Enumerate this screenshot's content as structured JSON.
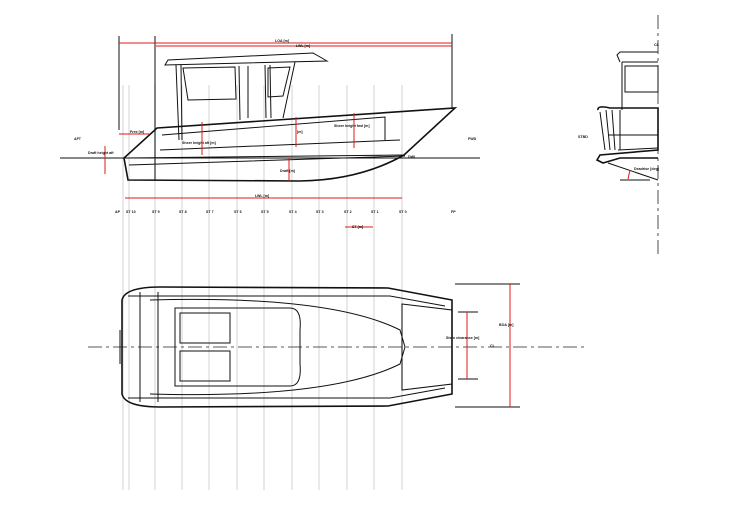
{
  "drawing": {
    "title": "Boat general arrangement - profile, plan and section",
    "colors": {
      "dimension": "#e01818",
      "outline": "#111111",
      "station": "#e2e2e2"
    },
    "stations": [
      "AP",
      "ST 10",
      "ST 9",
      "ST 8",
      "ST 7",
      "ST 6",
      "ST 5",
      "ST 4",
      "ST 3",
      "ST 2",
      "ST 1",
      "ST 0",
      "FP"
    ],
    "labels": {
      "aft": "AFT",
      "fwd": "FWD",
      "stbd": "STBD",
      "loa": "LOA [m]",
      "lwl_top": "LWL [m]",
      "lwl": "LWL [m]",
      "fwd_overhang": "Free [m]",
      "draft_height_aft": "Draft height aft",
      "sheer_height_aft": "Sheer height aft [m]",
      "sheer_height_fwd": "Sheer height fwd [m]",
      "freeboard": "[m]",
      "draft": "Draft [m]",
      "dwl": "DWL",
      "station_spacing": "ST [m]",
      "stern_clearance": "Stern clearance [m]",
      "boa": "BOA [m]",
      "deadrise": "Deadrise [deg]",
      "cl": "CL"
    }
  }
}
